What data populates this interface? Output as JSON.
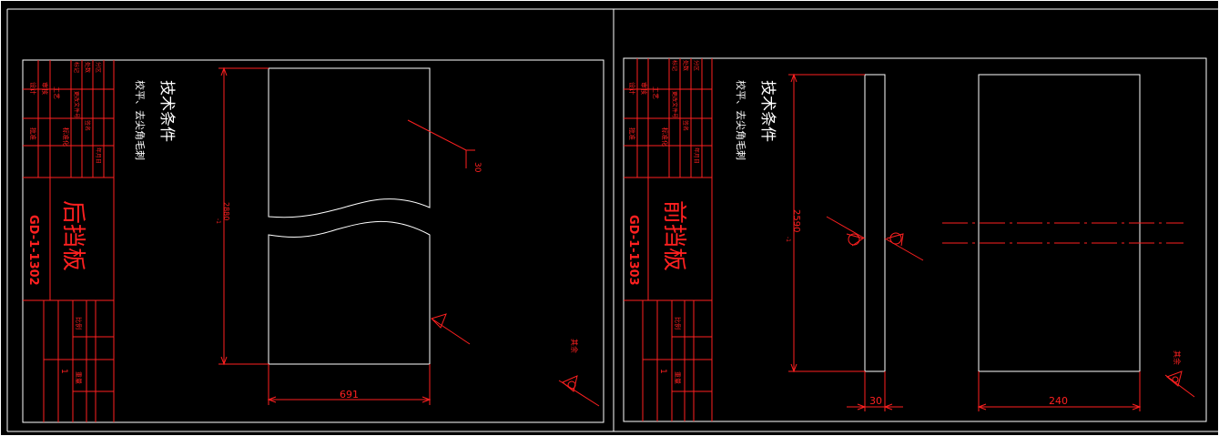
{
  "colors": {
    "background": "#000000",
    "outline": "#ffffff",
    "annotation": "#ff2020"
  },
  "left_sheet": {
    "part_name": "后挡板",
    "drawing_no": "GD-1-1302",
    "tech_title": "技术条件",
    "tech_note": "校平、去尖角毛刺",
    "dim_width": "691",
    "dim_height": "2880",
    "dim_height_tol": "-1",
    "dim_chamfer": "30",
    "rough_label": "其余"
  },
  "right_sheet": {
    "part_name": "前挡板",
    "drawing_no": "GD-1-1303",
    "tech_title": "技术条件",
    "tech_note": "校平、去尖角毛刺",
    "dim_thickness": "30",
    "dim_width": "240",
    "dim_height": "2590",
    "dim_height_tol": "-1",
    "rough_label": "其余"
  },
  "title_block": {
    "row_labels": [
      "标记",
      "处数",
      "分区",
      "更改文件号",
      "签名",
      "年月日"
    ],
    "role_labels": [
      "设计",
      "审核",
      "工艺",
      "标准化",
      "批准"
    ],
    "qty": "1",
    "scale_label": "比例",
    "weight_label": "重量"
  }
}
